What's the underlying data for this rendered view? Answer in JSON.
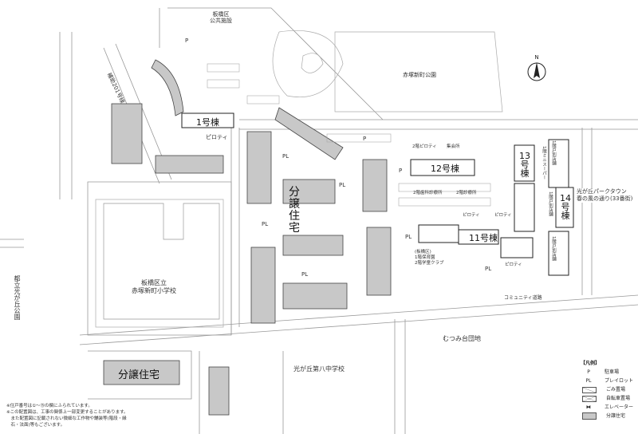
{
  "labels": {
    "public_facility": [
      "板橋区",
      "公共施設"
    ],
    "route": "補助201号線",
    "park": "赤塚新町公園",
    "north": "N",
    "b1": "1号棟",
    "b11": "11号棟",
    "b12": "12号棟",
    "b13": [
      "13",
      "号",
      "棟"
    ],
    "b14": [
      "14",
      "号",
      "棟"
    ],
    "piloti": "ピロティ",
    "piloti_2f": "2階ピロティ",
    "meeting_hall": "集会所",
    "dental": "2階歯科診療所",
    "clinic": "2階診療所",
    "mini_super": "1階ミニスーパー",
    "shops": "1階戸別店舗",
    "parktown": [
      "光が丘パークタウン",
      "春の風の通り(33番街)"
    ],
    "nursery": [
      "(板橋区)",
      "1階保育園",
      "2階学童クラブ"
    ],
    "community_road": "コミュニティ道路",
    "school": [
      "板橋区立",
      "赤塚新町小学校"
    ],
    "hikarigaoka_park": "都立光が丘公園",
    "condo": "分譲住宅",
    "condo_v": [
      "分",
      "譲",
      "住",
      "宅"
    ],
    "jhs": "光が丘第八中学校",
    "mutsumi": "むつみ台団地",
    "P": "P",
    "PL": "PL"
  },
  "legend": {
    "title": "【凡例】",
    "items": [
      {
        "symbol": "P",
        "label": "駐車場"
      },
      {
        "symbol": "PL",
        "label": "プレイロット"
      },
      {
        "symbol": "garbage-box",
        "label": "ごみ置場"
      },
      {
        "symbol": "bicycle-box",
        "label": "自転車置場"
      },
      {
        "symbol": "elevator",
        "label": "エレベーター"
      },
      {
        "symbol": "condo-box",
        "label": "分譲住宅"
      }
    ]
  },
  "notes": [
    "※住戸番号は①〜⑮の欄にふられています。",
    "※この配置図は、工事の関係上一部変更することがあります。",
    "　また配置図に記載されない微細な工作物や舗装等(階段・縁",
    "　石・法面)等もございます。"
  ],
  "colors": {
    "condo": "#c8c8c8",
    "road": "#999999"
  }
}
